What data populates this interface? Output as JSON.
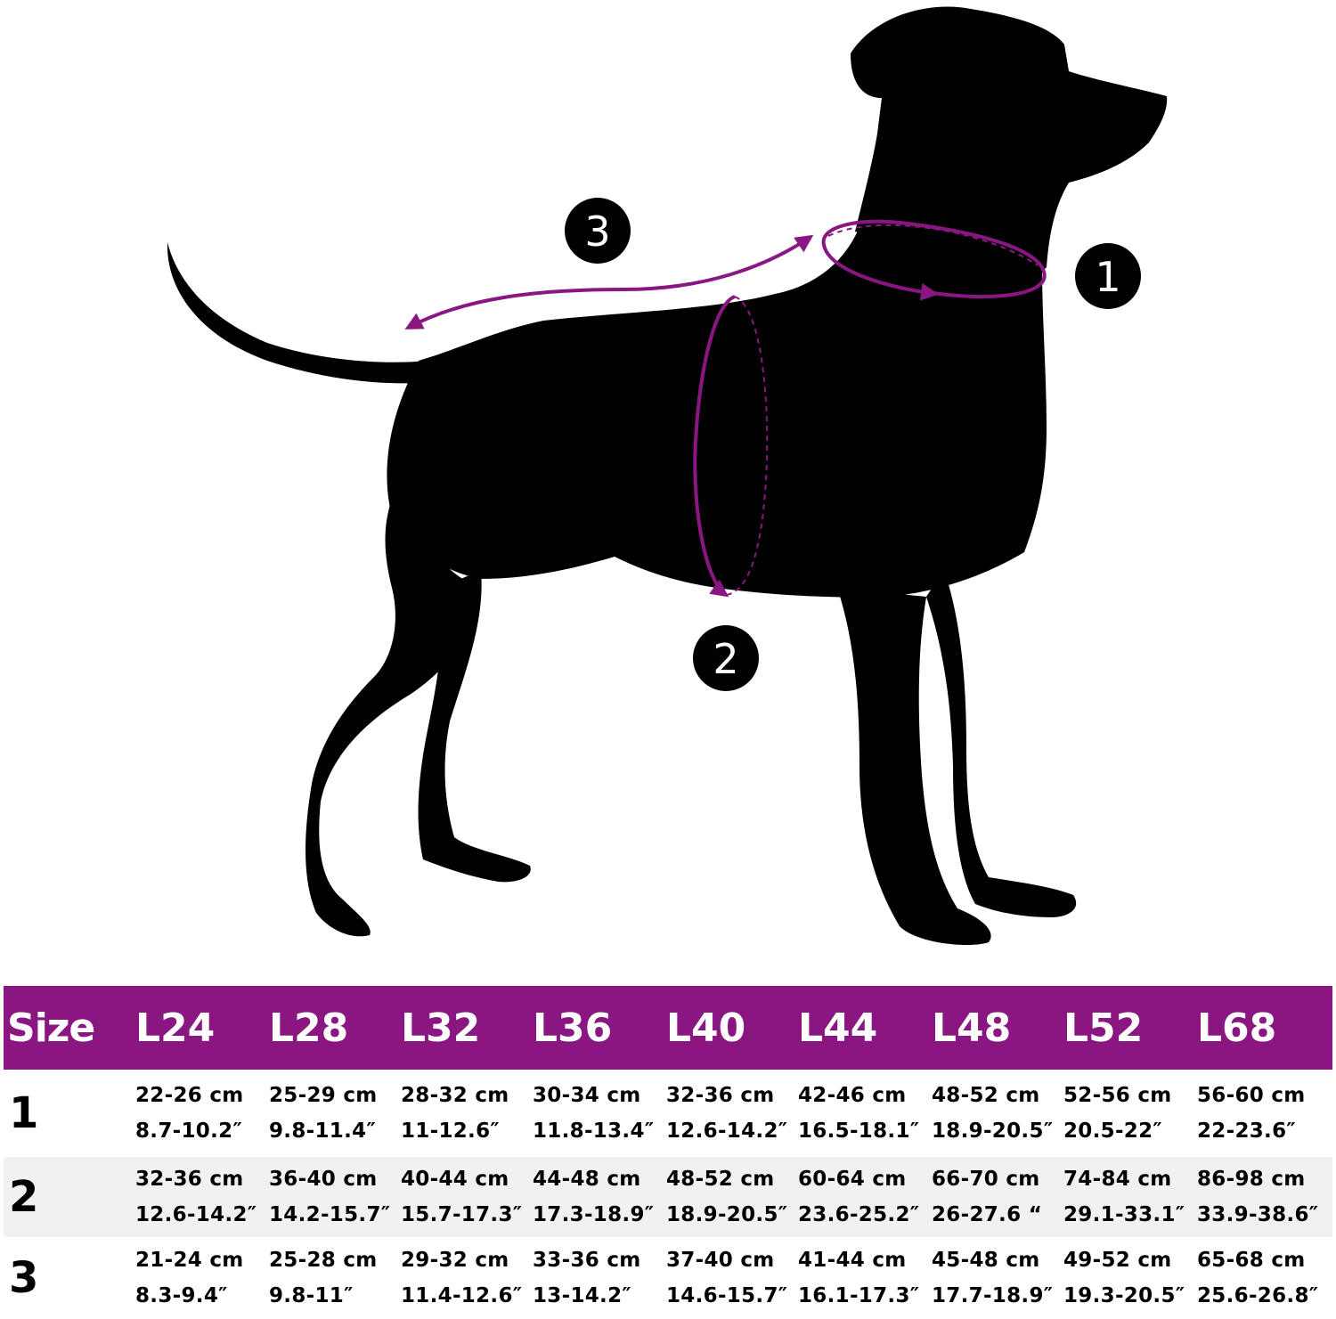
{
  "diagram": {
    "markers": [
      {
        "label": "1",
        "meaning": "neck"
      },
      {
        "label": "2",
        "meaning": "chest"
      },
      {
        "label": "3",
        "meaning": "back"
      }
    ],
    "colors": {
      "silhouette": "#000000",
      "accent": "#8a1781",
      "header_bg": "#8a1781",
      "zebra": "#f1f1f1"
    }
  },
  "table": {
    "header_label": "Size",
    "columns": [
      "L24",
      "L28",
      "L32",
      "L36",
      "L40",
      "L44",
      "L48",
      "L52",
      "L68"
    ],
    "rows": [
      {
        "label": "1",
        "cells": [
          {
            "cm": "22-26 cm",
            "inch": "8.7-10.2″"
          },
          {
            "cm": "25-29 cm",
            "inch": "9.8-11.4″"
          },
          {
            "cm": "28-32 cm",
            "inch": "11-12.6″"
          },
          {
            "cm": "30-34 cm",
            "inch": "11.8-13.4″"
          },
          {
            "cm": "32-36 cm",
            "inch": "12.6-14.2″"
          },
          {
            "cm": "42-46 cm",
            "inch": "16.5-18.1″"
          },
          {
            "cm": "48-52 cm",
            "inch": "18.9-20.5″"
          },
          {
            "cm": "52-56 cm",
            "inch": "20.5-22″"
          },
          {
            "cm": "56-60 cm",
            "inch": "22-23.6″"
          }
        ]
      },
      {
        "label": "2",
        "cells": [
          {
            "cm": "32-36 cm",
            "inch": "12.6-14.2″"
          },
          {
            "cm": "36-40 cm",
            "inch": "14.2-15.7″"
          },
          {
            "cm": "40-44 cm",
            "inch": "15.7-17.3″"
          },
          {
            "cm": "44-48 cm",
            "inch": "17.3-18.9″"
          },
          {
            "cm": "48-52 cm",
            "inch": "18.9-20.5″"
          },
          {
            "cm": "60-64 cm",
            "inch": "23.6-25.2″"
          },
          {
            "cm": "66-70 cm",
            "inch": "26-27.6 “"
          },
          {
            "cm": "74-84 cm",
            "inch": "29.1-33.1″"
          },
          {
            "cm": "86-98 cm",
            "inch": "33.9-38.6″"
          }
        ]
      },
      {
        "label": "3",
        "cells": [
          {
            "cm": "21-24 cm",
            "inch": "8.3-9.4″"
          },
          {
            "cm": "25-28 cm",
            "inch": "9.8-11″"
          },
          {
            "cm": "29-32 cm",
            "inch": "11.4-12.6″"
          },
          {
            "cm": "33-36 cm",
            "inch": "13-14.2″"
          },
          {
            "cm": "37-40 cm",
            "inch": "14.6-15.7″"
          },
          {
            "cm": "41-44 cm",
            "inch": "16.1-17.3″"
          },
          {
            "cm": "45-48 cm",
            "inch": "17.7-18.9″"
          },
          {
            "cm": "49-52 cm",
            "inch": "19.3-20.5″"
          },
          {
            "cm": "65-68 cm",
            "inch": "25.6-26.8″"
          }
        ]
      }
    ]
  }
}
